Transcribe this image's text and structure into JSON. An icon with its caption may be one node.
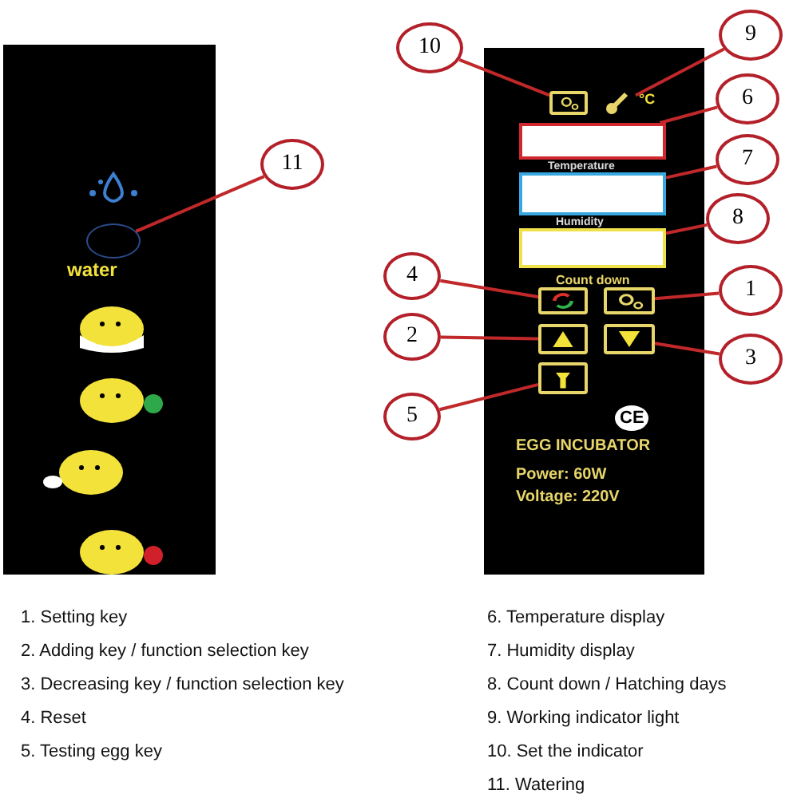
{
  "diagram": {
    "nodes": [
      {
        "text": [
          "water"
        ]
      },
      {
        "text": [],
        "shape": "circle",
        "in": 0
      },
      {
        "text": [
          "°C",
          "Temperature",
          "Humidity",
          "Count down",
          "CE",
          "EGG INCUBATOR",
          "Power: 60W",
          "Voltage: 220V"
        ]
      },
      {
        "text": [],
        "shape": "box",
        "in": 2
      },
      {
        "text": [],
        "shape": "thermometer",
        "in": 2
      },
      {
        "text": [],
        "shape": "box",
        "in": 2
      },
      {
        "text": [],
        "shape": "box",
        "in": 2
      },
      {
        "text": [],
        "shape": "box",
        "in": 2
      },
      {
        "text": [],
        "shape": "box",
        "in": 2
      },
      {
        "text": [],
        "shape": "box",
        "in": 2
      },
      {
        "text": [],
        "shape": "box",
        "in": 2
      },
      {
        "text": [],
        "shape": "box",
        "in": 2
      },
      {
        "text": [],
        "shape": "box",
        "in": 2
      },
      {
        "text": [
          "10"
        ]
      },
      {
        "text": [
          "9"
        ]
      },
      {
        "text": [
          "6"
        ]
      },
      {
        "text": [
          "11"
        ]
      },
      {
        "text": [
          "7"
        ]
      },
      {
        "text": [
          "8"
        ]
      },
      {
        "text": [
          "4"
        ]
      },
      {
        "text": [
          "1"
        ]
      },
      {
        "text": [
          "2"
        ]
      },
      {
        "text": [
          "3"
        ]
      },
      {
        "text": [
          "5"
        ]
      }
    ],
    "edges": [
      {
        "from": 13,
        "to": 3,
        "arrow": "none"
      },
      {
        "from": 14,
        "to": 4,
        "arrow": "none"
      },
      {
        "from": 15,
        "to": 5,
        "arrow": "none"
      },
      {
        "from": 16,
        "to": 1,
        "arrow": "none"
      },
      {
        "from": 17,
        "to": 6,
        "arrow": "none"
      },
      {
        "from": 18,
        "to": 7,
        "arrow": "none"
      },
      {
        "from": 19,
        "to": 8,
        "arrow": "none"
      },
      {
        "from": 20,
        "to": 9,
        "arrow": "none"
      },
      {
        "from": 21,
        "to": 10,
        "arrow": "none"
      },
      {
        "from": 22,
        "to": 11,
        "arrow": "none"
      },
      {
        "from": 23,
        "to": 12,
        "arrow": "none"
      }
    ],
    "labels": [
      "1. Setting key",
      "2. Adding key / function selection key",
      "3. Decreasing key / function selection key",
      "4. Reset",
      "5. Testing egg key",
      "6. Temperature display",
      "7. Humidity display",
      "8. Count down / Hatching days",
      "9. Working indicator light",
      "10. Set the indicator",
      "11. Watering"
    ]
  }
}
